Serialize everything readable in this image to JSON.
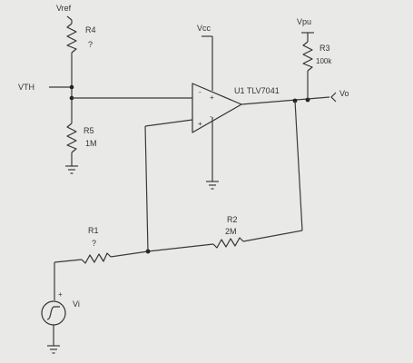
{
  "labels": {
    "vref": "Vref",
    "vth": "VTH",
    "vcc": "Vcc",
    "vpu": "Vpu",
    "vo": "Vo",
    "vi": "Vi",
    "opamp": "U1 TLV7041"
  },
  "components": {
    "r1": {
      "name": "R1",
      "value": "?"
    },
    "r2": {
      "name": "R2",
      "value": "2M"
    },
    "r3": {
      "name": "R3",
      "value": "100k"
    },
    "r4": {
      "name": "R4",
      "value": "?"
    },
    "r5": {
      "name": "R5",
      "value": "1M"
    }
  },
  "opamp_pins": {
    "minus": "-",
    "plus": "+"
  },
  "source": {
    "plus_marker": "+"
  }
}
